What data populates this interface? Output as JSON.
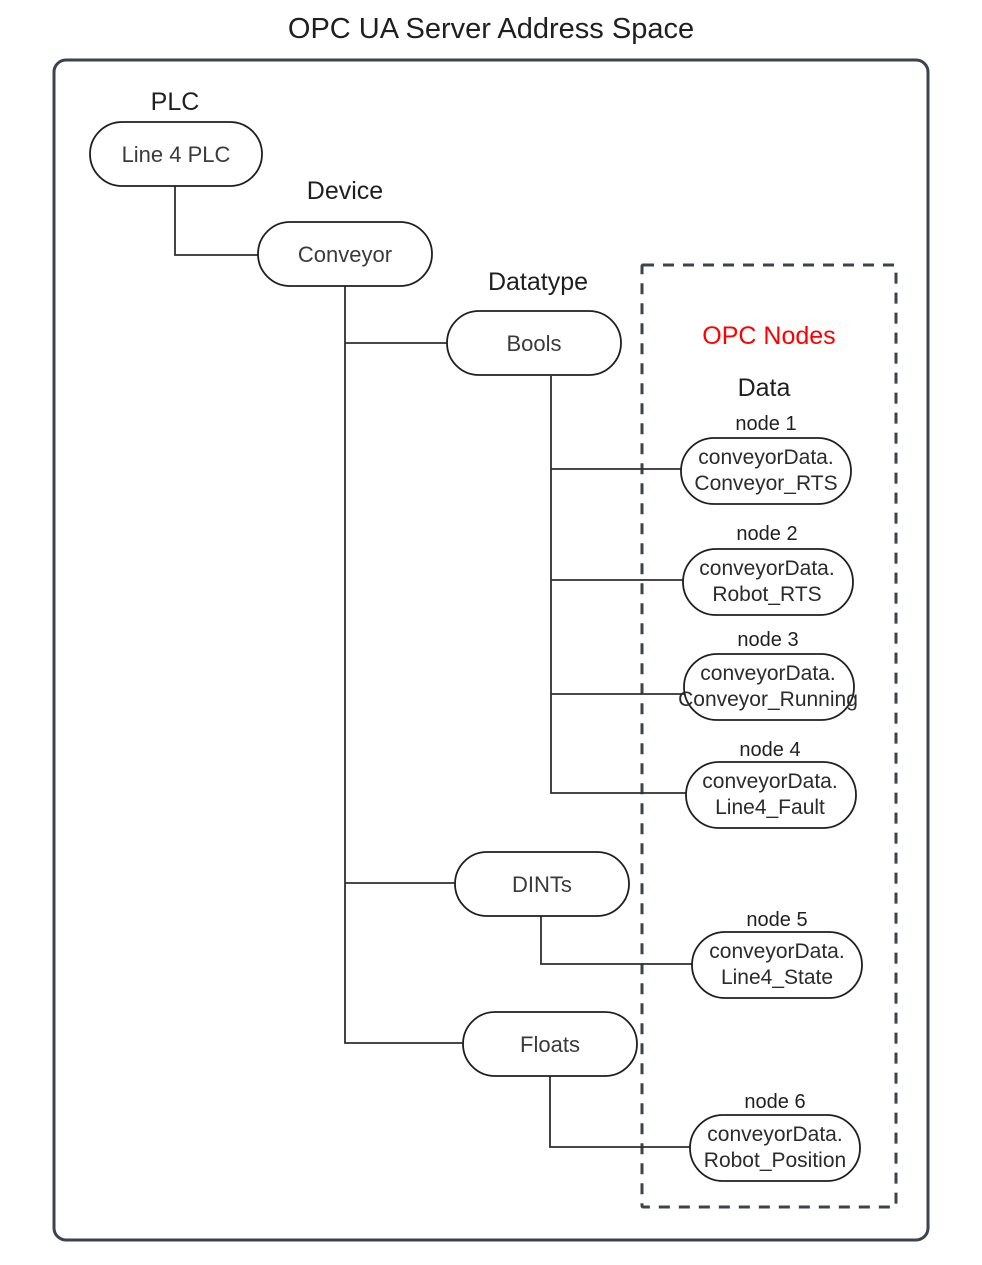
{
  "title": "OPC UA Server Address Space",
  "groups": {
    "plc_label": "PLC",
    "device_label": "Device",
    "datatype_label": "Datatype",
    "opc_nodes_label": "OPC Nodes",
    "data_label": "Data"
  },
  "colors": {
    "opc_nodes_accent": "#ff0000",
    "frame_stroke": "#3c424e",
    "box_stroke": "#1f1f1f",
    "text": "#2b2b2b",
    "background": "#ffffff"
  },
  "tree": {
    "plc": {
      "label": "Line 4 PLC"
    },
    "device": {
      "label": "Conveyor"
    },
    "datatypes": [
      {
        "label": "Bools"
      },
      {
        "label": "DINTs"
      },
      {
        "label": "Floats"
      }
    ]
  },
  "opc_nodes": [
    {
      "caption": "node 1",
      "line1": "conveyorData.",
      "line2": "Conveyor_RTS",
      "datatype": "Bools"
    },
    {
      "caption": "node 2",
      "line1": "conveyorData.",
      "line2": "Robot_RTS",
      "datatype": "Bools"
    },
    {
      "caption": "node 3",
      "line1": "conveyorData.",
      "line2": "Conveyor_Running",
      "datatype": "Bools"
    },
    {
      "caption": "node 4",
      "line1": "conveyorData.",
      "line2": "Line4_Fault",
      "datatype": "Bools"
    },
    {
      "caption": "node 5",
      "line1": "conveyorData.",
      "line2": "Line4_State",
      "datatype": "DINTs"
    },
    {
      "caption": "node 6",
      "line1": "conveyorData.",
      "line2": "Robot_Position",
      "datatype": "Floats"
    }
  ]
}
